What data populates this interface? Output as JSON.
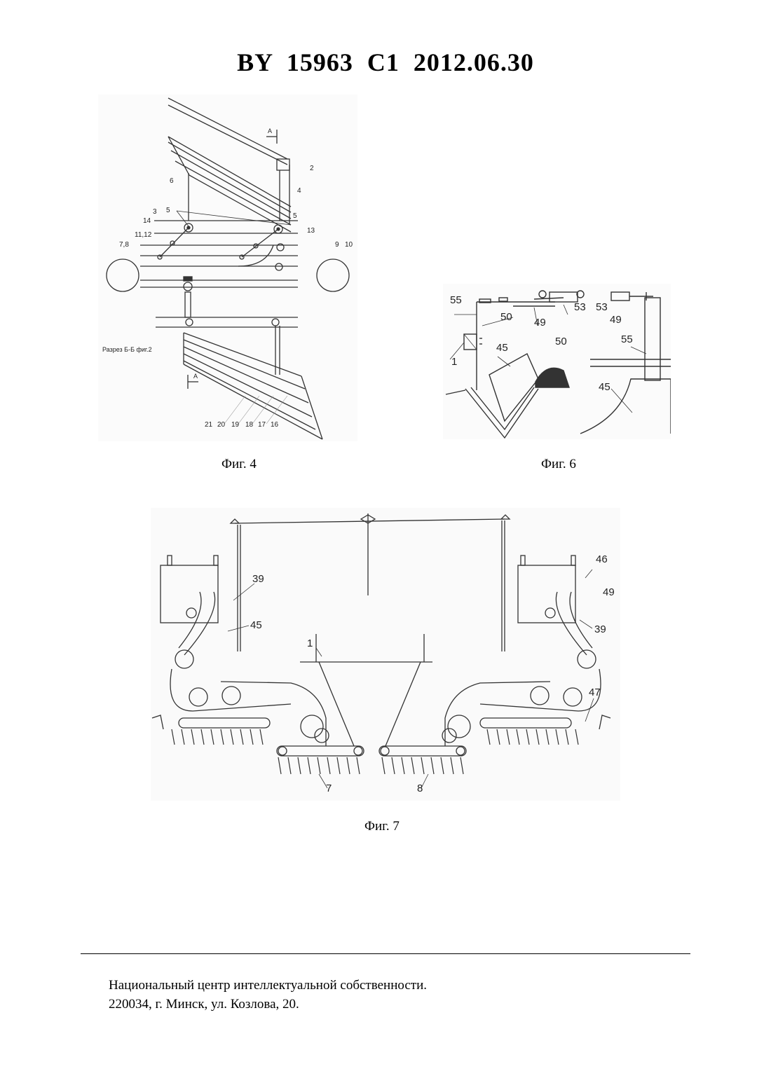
{
  "header": {
    "title": "BY 15963 C1 2012.06.30"
  },
  "fig4": {
    "caption": "Фиг. 4",
    "section_label": "Разрез Б-Б фиг.2",
    "view_mark": "A",
    "labels": [
      "2",
      "4",
      "6",
      "3",
      "5",
      "5",
      "14",
      "11,12",
      "13",
      "7,8",
      "9",
      "10",
      "21",
      "20",
      "19",
      "18",
      "17",
      "16"
    ]
  },
  "fig6": {
    "caption": "Фиг. 6",
    "labels": [
      "55",
      "50",
      "49",
      "50",
      "53",
      "1",
      "45",
      "53",
      "49",
      "55",
      "45"
    ]
  },
  "fig7": {
    "caption": "Фиг. 7",
    "labels": [
      "39",
      "45",
      "46",
      "49",
      "39",
      "47",
      "1",
      "7",
      "8"
    ]
  },
  "footer": {
    "line1": "Национальный центр интеллектуальной собственности.",
    "line2": "220034, г. Минск, ул. Козлова, 20."
  }
}
